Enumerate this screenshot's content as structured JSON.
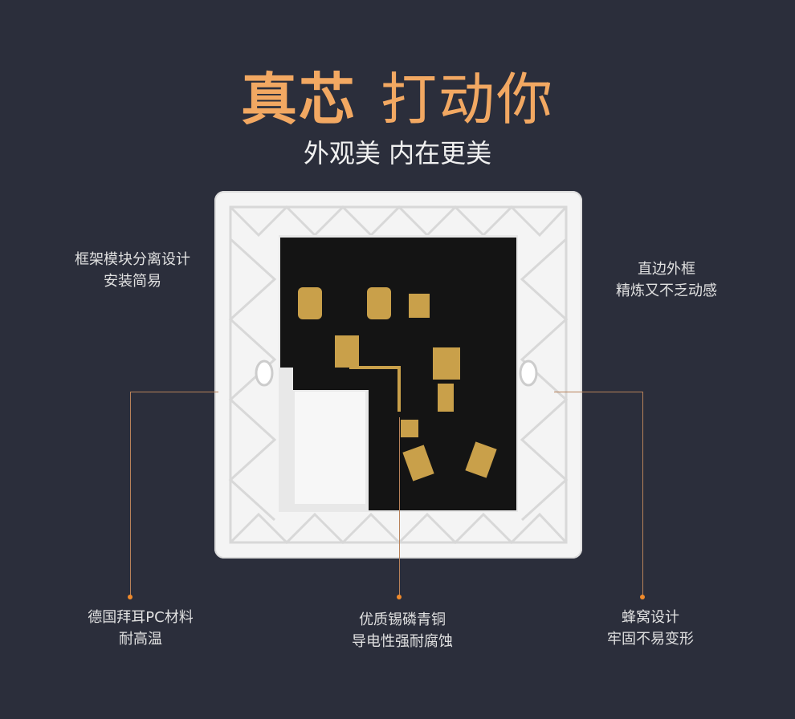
{
  "title": {
    "bold": "真芯",
    "normal": "打动你"
  },
  "subtitle": "外观美 内在更美",
  "notes": {
    "frame_module": [
      "框架模块分离设计",
      "安装简易"
    ],
    "straight_edge": [
      "直边外框",
      "精炼又不乏动感"
    ],
    "pc_material": [
      "德国拜耳PC材料",
      "耐高温"
    ],
    "copper": [
      "优质锡磷青铜",
      "导电性强耐腐蚀"
    ],
    "honeycomb": [
      "蜂窝设计",
      "牢固不易变形"
    ]
  },
  "colors": {
    "background": "#2b2e3b",
    "accent": "#f2a862",
    "leader": "#f08a2a"
  }
}
